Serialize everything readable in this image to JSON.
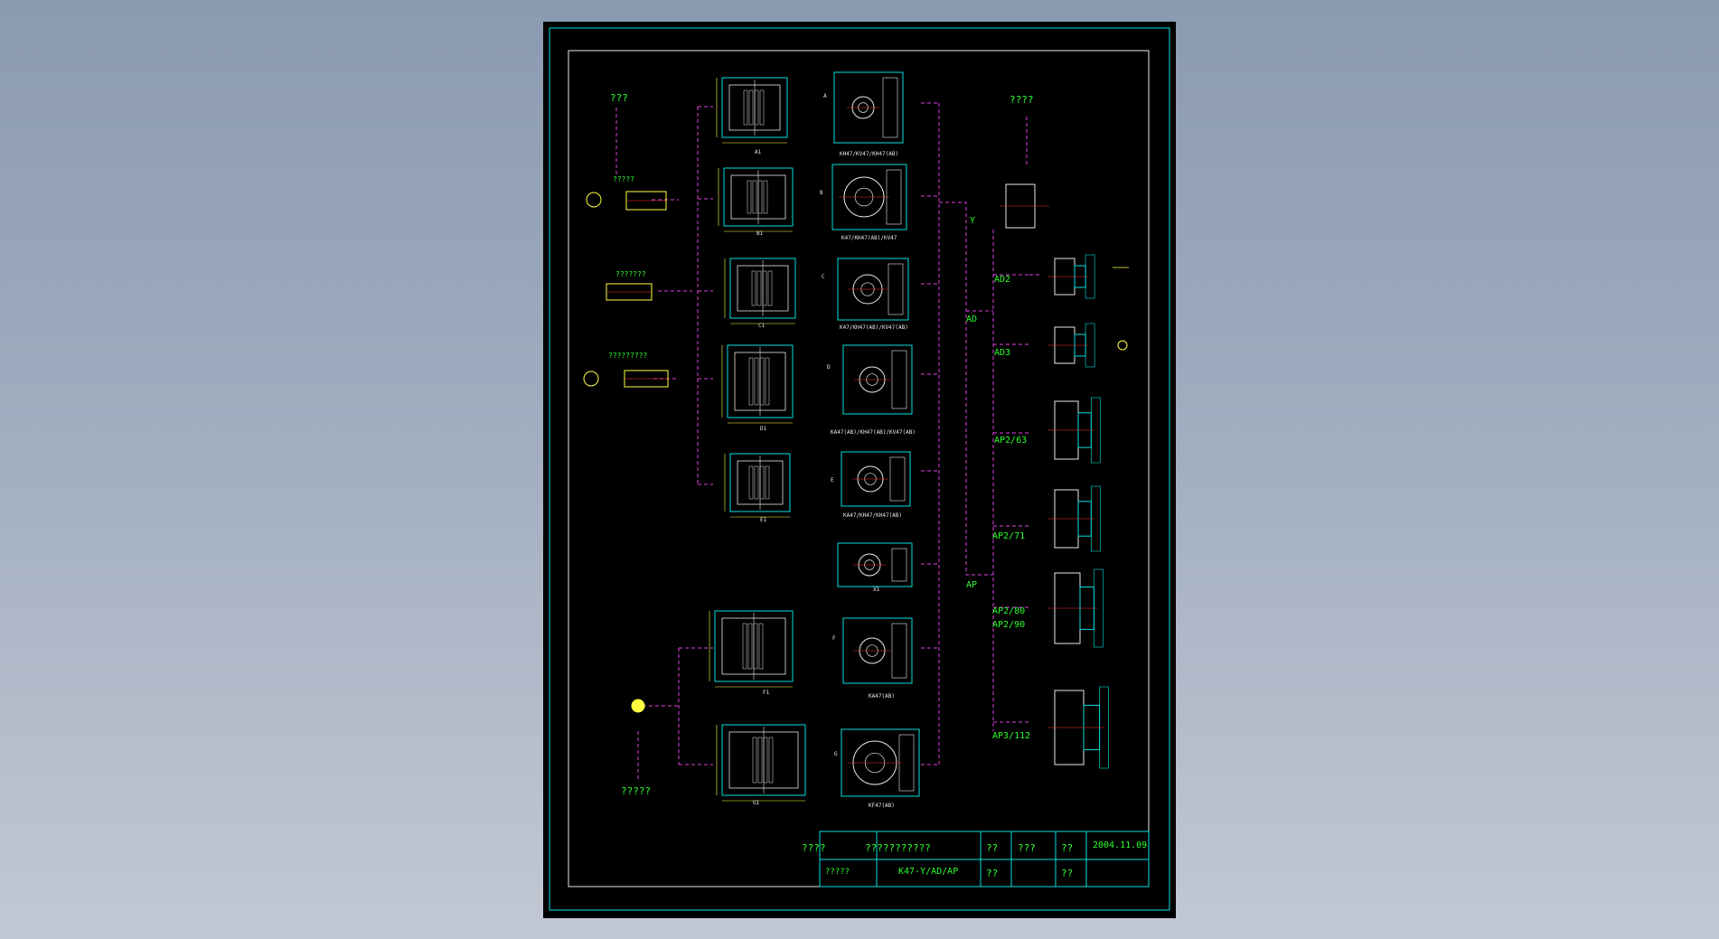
{
  "drawing": {
    "labels": {
      "top_left": "???",
      "top_right": "????",
      "flange_a": "?????",
      "flange_b": "???????",
      "flange_c": "?????????",
      "bottom_left": "?????"
    },
    "branches": {
      "y": "Y",
      "ad": "AD",
      "ap": "AP",
      "ad2": "AD2",
      "ad3": "AD3",
      "ap2_63": "AP2/63",
      "ap2_71": "AP2/71",
      "ap2_80": "AP2/80",
      "ap2_90": "AP2/90",
      "ap3_112": "AP3/112"
    },
    "captions": {
      "a1": "A1",
      "b1": "B1",
      "c1": "C1",
      "d1": "D1",
      "e1": "E1",
      "f1": "F1",
      "g1": "G1",
      "x1": "X1",
      "row_a": "KH47/KV47/KH47(AB)",
      "row_b": "K47/KH47(AB)/KV47",
      "row_c": "K47/KH47(AB)/KV47(AB)",
      "row_d": "KA47(AB)/KH47(AB)/KV47(AB)",
      "row_e": "KA47/KH47/KH47(AB)",
      "row_f": "KA47(AB)",
      "row_g": "KF47(AB)"
    },
    "markers": {
      "a": "A",
      "b": "B",
      "c": "C",
      "d": "D",
      "e": "E",
      "f": "F",
      "g": "G"
    }
  },
  "title_block": {
    "r1c1": "????",
    "r1c2": "???????????",
    "r1c3": "??",
    "r1c4": "???",
    "r1c5": "??",
    "r1c6": "2004.11.09",
    "r2c1": "?????",
    "r2c2": "K47-Y/AD/AP",
    "r2c3": "??",
    "r2c5": "??"
  },
  "colors": {
    "background": "#a3afc1",
    "sheet": "#000000",
    "border": "#00e0e0",
    "text": "#2dff2d",
    "dashed": "#e040e0",
    "detail": "#ffff40"
  }
}
